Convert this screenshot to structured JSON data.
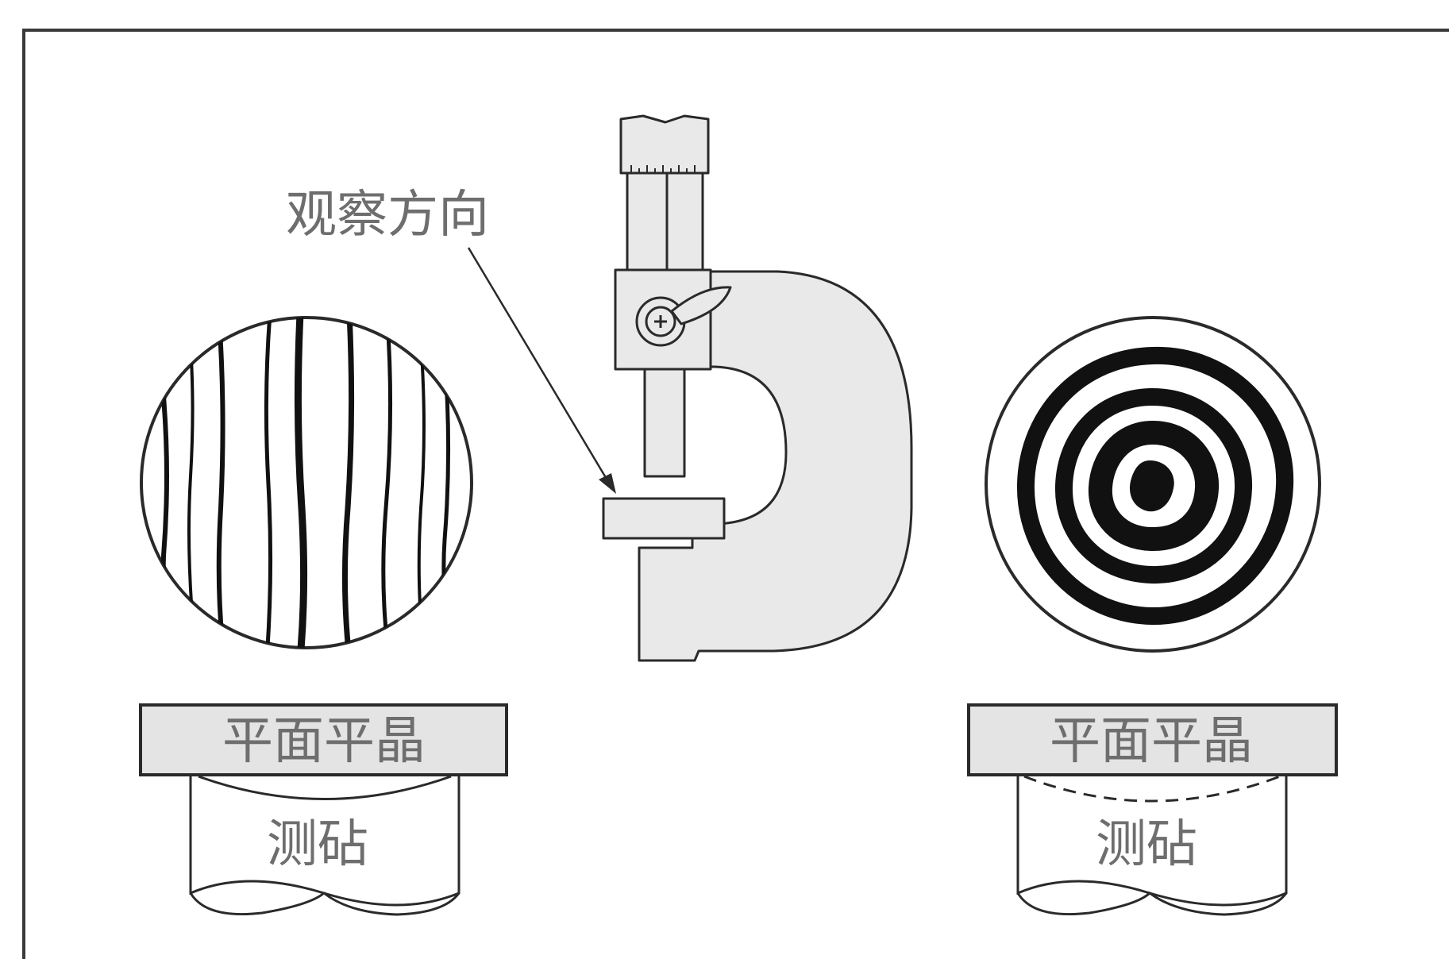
{
  "labels": {
    "observation_direction": "观察方向",
    "left_flat": "平面平晶",
    "left_anvil": "测砧",
    "right_flat": "平面平晶",
    "right_anvil": "测砧"
  },
  "colors": {
    "line": "#2a2a2a",
    "body_fill": "#e9e9e9",
    "flat_fill": "#e4e4e4",
    "label_text": "#6e6e6e",
    "background": "#ffffff"
  }
}
